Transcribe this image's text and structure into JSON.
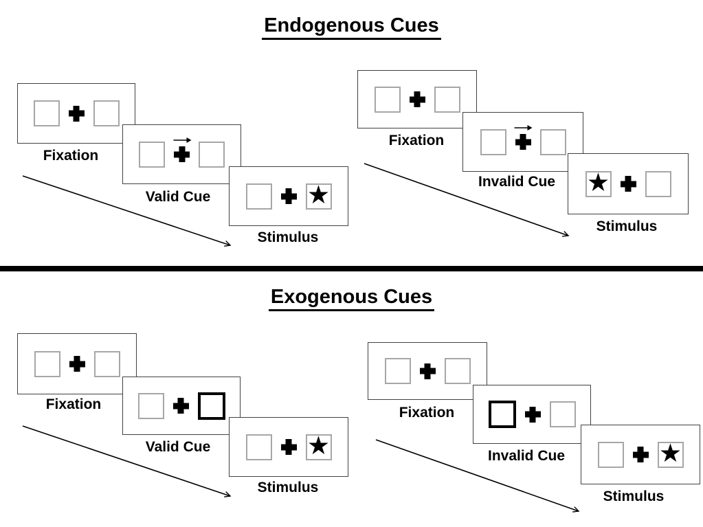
{
  "diagram": "posner-spatial-cueing-paradigm",
  "colors": {
    "ink": "#000000",
    "card_border": "#404040",
    "box_border": "#a6a6a6",
    "cue_box_border": "#000000",
    "background": "#ffffff"
  },
  "glyphs": {
    "star": "★"
  },
  "sections": [
    {
      "title": "Endogenous Cues",
      "panels": [
        {
          "cue_type": "valid",
          "cue_symbol": "right-arrow-above-fixation",
          "stimulus_side": "right",
          "cards": [
            {
              "label": "Fixation"
            },
            {
              "label": "Valid Cue"
            },
            {
              "label": "Stimulus"
            }
          ]
        },
        {
          "cue_type": "invalid",
          "cue_symbol": "right-arrow-above-fixation",
          "stimulus_side": "left",
          "cards": [
            {
              "label": "Fixation"
            },
            {
              "label": "Invalid Cue"
            },
            {
              "label": "Stimulus"
            }
          ]
        }
      ]
    },
    {
      "title": "Exogenous Cues",
      "panels": [
        {
          "cue_type": "valid",
          "cue_symbol": "bold-right-box",
          "stimulus_side": "right",
          "cards": [
            {
              "label": "Fixation"
            },
            {
              "label": "Valid Cue"
            },
            {
              "label": "Stimulus"
            }
          ]
        },
        {
          "cue_type": "invalid",
          "cue_symbol": "bold-left-box",
          "stimulus_side": "right",
          "cards": [
            {
              "label": "Fixation"
            },
            {
              "label": "Invalid Cue"
            },
            {
              "label": "Stimulus"
            }
          ]
        }
      ]
    }
  ]
}
